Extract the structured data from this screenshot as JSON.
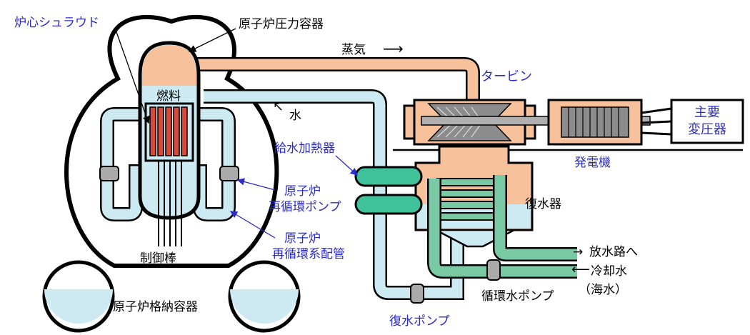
{
  "labels": {
    "core_shroud": "炉心シュラウド",
    "pressure_vessel": "原子炉圧力容器",
    "steam": "蒸気",
    "steam_arrow": "⟶",
    "turbine": "タービン",
    "fuel": "燃料",
    "water": "水",
    "water_arrow": "↖",
    "feedwater_heater": "給水加熱器",
    "main_transformer_line1": "主要",
    "main_transformer_line2": "変圧器",
    "generator": "発電機",
    "recirc_pump_line1": "原子炉",
    "recirc_pump_line2": "再循環ポンプ",
    "condenser": "復水器",
    "recirc_piping_line1": "原子炉",
    "recirc_piping_line2": "再循環系配管",
    "control_rods": "制御棒",
    "discharge_arrow": "→",
    "discharge": "放水路へ",
    "cooling_arrow": "⟵",
    "cooling_water": "冷却水",
    "seawater": "（海水）",
    "circulating_pump": "循環水ポンプ",
    "containment": "原子炉格納容器",
    "condensate_pump": "復水ポンプ"
  },
  "colors": {
    "steam": "#f7c29b",
    "water": "#cdeaf3",
    "condenser_green": "#7ac9a5",
    "heater": "#3fc29a",
    "fuel_rods": "#d84a3c",
    "outline": "#000000",
    "label_blue": "#2b2bc8"
  }
}
